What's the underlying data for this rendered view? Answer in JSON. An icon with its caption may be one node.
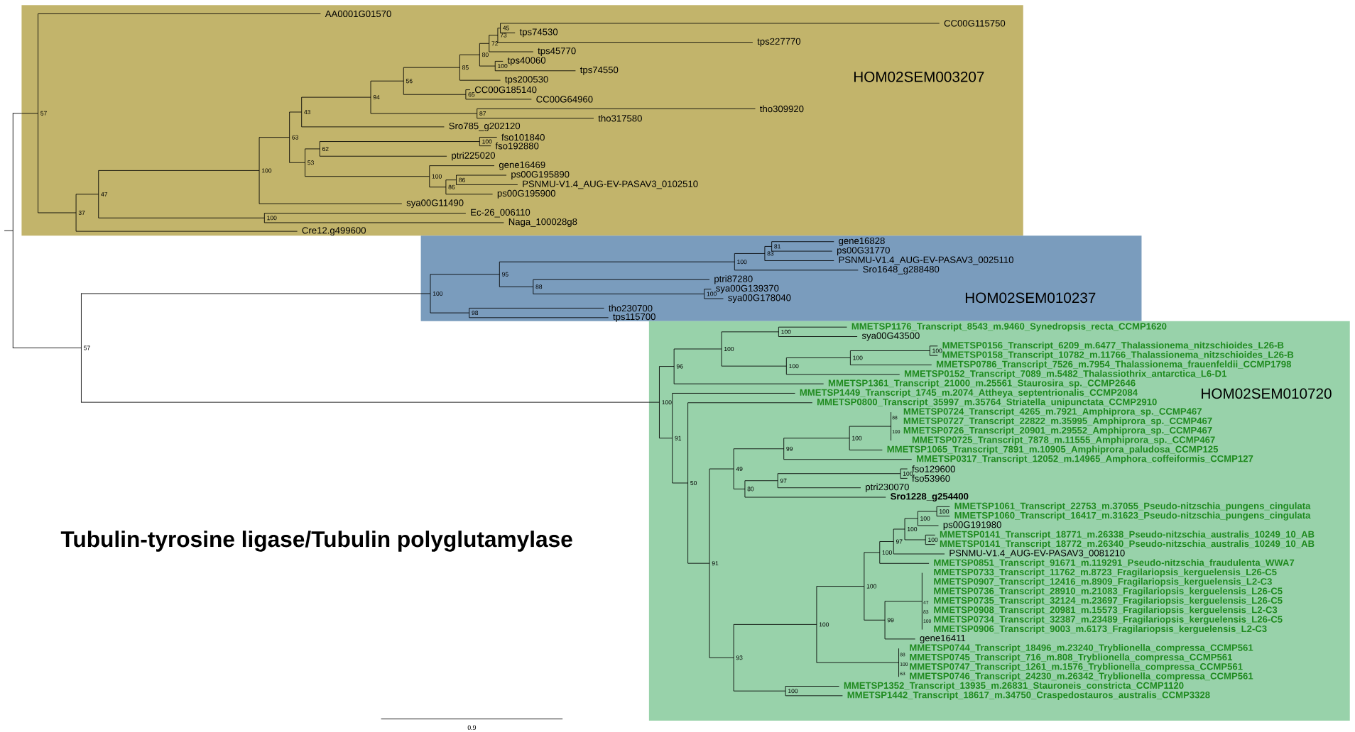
{
  "diagram": {
    "title": "Tubulin-tyrosine ligase/Tubulin polyglutamylase",
    "nodes": [
      {
        "text": [
          "HOM02SEM003207"
        ]
      },
      {
        "text": [
          "HOM02SEM010237"
        ]
      },
      {
        "text": [
          "HOM02SEM010720"
        ]
      },
      {
        "text": [],
        "shape": "bar"
      },
      {
        "text": [],
        "shape": "bar"
      }
    ],
    "edges": [
      {
        "from": null,
        "to": 3,
        "arrow": "none"
      },
      {
        "from": 3,
        "to": 0,
        "arrow": "none"
      },
      {
        "from": 3,
        "to": 4,
        "arrow": "none"
      },
      {
        "from": 4,
        "to": 1,
        "arrow": "none"
      },
      {
        "from": 4,
        "to": 2,
        "arrow": "none"
      }
    ],
    "labels": [
      "AA0001G01570",
      "CC00G115750",
      "tps74530",
      "tps227770",
      "tps45770",
      "tps40060",
      "tps74550",
      "tps200530",
      "CC00G185140",
      "CC00G64960",
      "tho309920",
      "tho317580",
      "Sro785_g202120",
      "fso101840",
      "fso192880",
      "ptri225020",
      "gene16469",
      "ps00G195890",
      "PSNMU-V1.4_AUG-EV-PASAV3_0102510",
      "ps00G195900",
      "sya00G11490",
      "Ec-26_006110",
      "Naga_100028g8",
      "Cre12.g499600",
      "gene16828",
      "ps00G31770",
      "PSNMU-V1.4_AUG-EV-PASAV3_0025110",
      "Sro1648_g288480",
      "ptri87280",
      "sya00G139370",
      "sya00G178040",
      "tho230700",
      "tps115700",
      "MMETSP1176_Transcript_8543_m.9460_Synedropsis_recta_CCMP1620",
      "sya00G43500",
      "MMETSP0156_Transcript_6209_m.6477_Thalassionema_nitzschioides_L26-B",
      "MMETSP0158_Transcript_10782_m.11766_Thalassionema_nitzschioides_L26-B",
      "MMETSP0786_Transcript_7526_m.7954_Thalassionema_frauenfeldii_CCMP1798",
      "MMETSP0152_Transcript_7089_m.5482_Thalassiothrix_antarctica_L6-D1",
      "MMETSP1361_Transcript_21000_m.25561_Staurosira_sp._CCMP2646",
      "MMETSP1449_Transcript_1745_m.2074_Attheya_septentrionalis_CCMP2084",
      "MMETSP0800_Transcript_35997_m.35764_Striatella_unipunctata_CCMP2910",
      "MMETSP0724_Transcript_4265_m.7921_Amphiprora_sp._CCMP467",
      "MMETSP0727_Transcript_22822_m.35995_Amphiprora_sp._CCMP467",
      "MMETSP0726_Transcript_20901_m.29552_Amphiprora_sp._CCMP467",
      "MMETSP0725_Transcript_7878_m.11555_Amphiprora_sp._CCMP467",
      "MMETSP1065_Transcript_7891_m.10905_Amphiprora_paludosa_CCMP125",
      "MMETSP0317_Transcript_12052_m.14965_Amphora_coffeiformis_CCMP127",
      "fso129600",
      "fso53960",
      "ptri230070",
      "Sro1228_g254400",
      "MMETSP1061_Transcript_22753_m.37055_Pseudo-nitzschia_pungens_cingulata",
      "MMETSP1060_Transcript_16417_m.31623_Pseudo-nitzschia_pungens_cingulata",
      "ps00G191980",
      "MMETSP0141_Transcript_18771_m.26338_Pseudo-nitzschia_australis_10249_10_AB",
      "MMETSP0141_Transcript_18772_m.26340_Pseudo-nitzschia_australis_10249_10_AB",
      "PSNMU-V1.4_AUG-EV-PASAV3_0081210",
      "MMETSP0851_Transcript_91671_m.119291_Pseudo-nitzschia_fraudulenta_WWA7",
      "MMETSP0733_Transcript_11762_m.8723_Fragilariopsis_kerguelensis_L26-C5",
      "MMETSP0907_Transcript_12416_m.8909_Fragilariopsis_kerguelensis_L2-C3",
      "MMETSP0736_Transcript_28910_m.21083_Fragilariopsis_kerguelensis_L26-C5",
      "MMETSP0735_Transcript_32124_m.23697_Fragilariopsis_kerguelensis_L26-C5",
      "MMETSP0908_Transcript_20981_m.15573_Fragilariopsis_kerguelensis_L2-C3",
      "MMETSP0734_Transcript_32387_m.23489_Fragilariopsis_kerguelensis_L26-C5",
      "MMETSP0906_Transcript_9003_m.6173_Fragilariopsis_kerguelensis_L2-C3",
      "gene16411",
      "MMETSP0744_Transcript_18496_m.23240_Tryblionella_compressa_CCMP561",
      "MMETSP0745_Transcript_716_m.808_Tryblionella_compressa_CCMP561",
      "MMETSP0747_Transcript_1261_m.1576_Tryblionella_compressa_CCMP561",
      "MMETSP0746_Transcript_24230_m.26342_Tryblionella_compressa_CCMP561",
      "MMETSP1352_Transcript_13935_m.26831_Stauroneis_constricta_CCMP1120",
      "MMETSP1442_Transcript_18617_m.34750_Craspedostauros_australis_CCMP3328",
      "57",
      "37",
      "47",
      "100",
      "63",
      "43",
      "94",
      "56",
      "85",
      "80",
      "72",
      "73",
      "45",
      "100",
      "65",
      "87",
      "53",
      "62",
      "100",
      "100",
      "86",
      "86",
      "100",
      "57",
      "100",
      "95",
      "100",
      "83",
      "81",
      "88",
      "100",
      "98",
      "100",
      "96",
      "100",
      "100",
      "100",
      "100",
      "100",
      "91",
      "50",
      "91",
      "49",
      "99",
      "100",
      "88",
      "100",
      "80",
      "97",
      "100",
      "93",
      "100",
      "100",
      "100",
      "97",
      "100",
      "100",
      "100",
      "100",
      "99",
      "47",
      "83",
      "100",
      "88",
      "100",
      "63",
      "100",
      "0.9"
    ]
  }
}
